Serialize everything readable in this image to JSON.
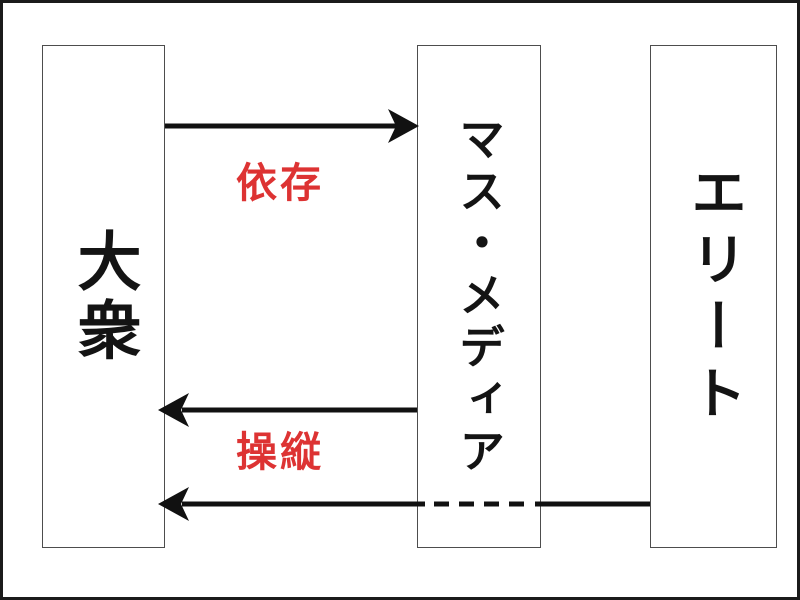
{
  "diagram": {
    "title": "",
    "boxes": [
      {
        "id": "masses",
        "label": "大衆"
      },
      {
        "id": "mass-media",
        "label": "マス・メディア"
      },
      {
        "id": "elite",
        "label": "エリート"
      }
    ],
    "arrows": [
      {
        "id": "dependence",
        "label": "依存",
        "from": "masses",
        "to": "mass-media",
        "style": "solid",
        "direction": "right"
      },
      {
        "id": "manipulation",
        "label": "操縦",
        "from": "mass-media",
        "to": "masses",
        "style": "solid",
        "direction": "left"
      },
      {
        "id": "elite-to-masses",
        "label": "",
        "from": "elite",
        "to": "masses",
        "style": "solid-dashed-through-media",
        "direction": "left"
      }
    ],
    "colors": {
      "arrow_label_red": "#dd3333",
      "line_black": "#111111",
      "box_border_gray": "#4d4d4d",
      "outer_frame_black": "#1b1b1b",
      "background": "#ffffff"
    }
  }
}
